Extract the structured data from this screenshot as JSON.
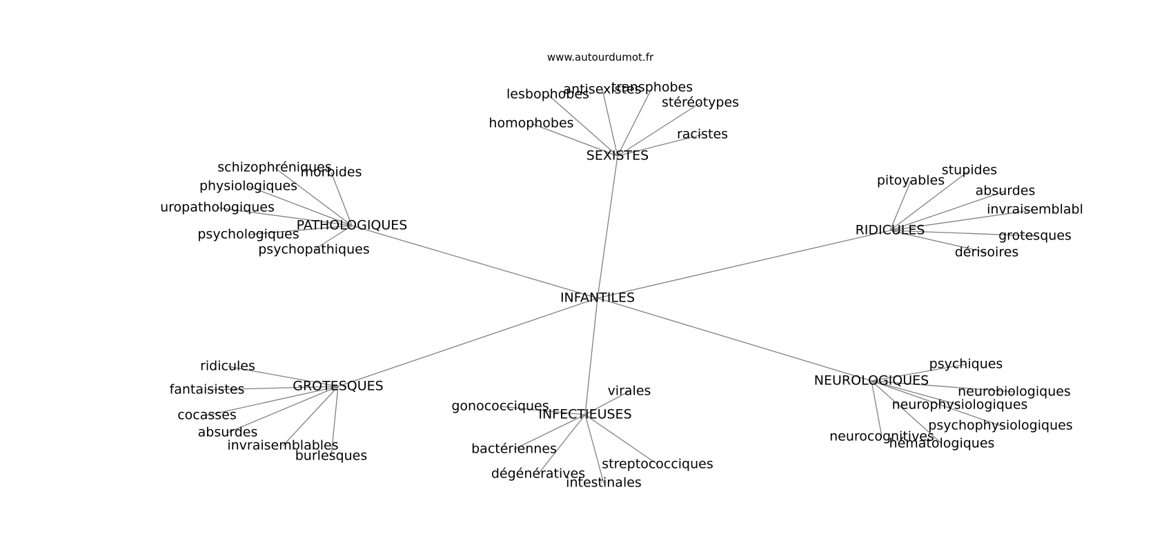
{
  "source": "www.autourdumot.fr",
  "root": "INFANTILES",
  "groups": [
    {
      "name": "SEXISTES",
      "words": [
        "homophobes",
        "lesbophobes",
        "antisexistes",
        "transphobes",
        "stéréotypes",
        "racistes"
      ]
    },
    {
      "name": "PATHOLOGIQUES",
      "words": [
        "schizophréniques",
        "morbides",
        "physiologiques",
        "uropathologiques",
        "psychologiques",
        "psychopathiques"
      ]
    },
    {
      "name": "RIDICULES",
      "words": [
        "pitoyables",
        "stupides",
        "absurdes",
        "invraisemblabl",
        "grotesques",
        "dérisoires"
      ]
    },
    {
      "name": "GROTESQUES",
      "words": [
        "ridicules",
        "fantaisistes",
        "cocasses",
        "absurdes",
        "invraisemblables",
        "burlesques"
      ]
    },
    {
      "name": "INFECTIEUSES",
      "words": [
        "virales",
        "gonococciques",
        "bactériennes",
        "dégénératives",
        "intestinales",
        "streptococciques"
      ]
    },
    {
      "name": "NEUROLOGIQUES",
      "words": [
        "psychiques",
        "neurobiologiques",
        "neurophysiologiques",
        "psychophysiologiques",
        "neurocognitives",
        "hématologiques"
      ]
    }
  ],
  "colors": {
    "text": "#000000",
    "edge": "#808080",
    "background": "#ffffff"
  }
}
